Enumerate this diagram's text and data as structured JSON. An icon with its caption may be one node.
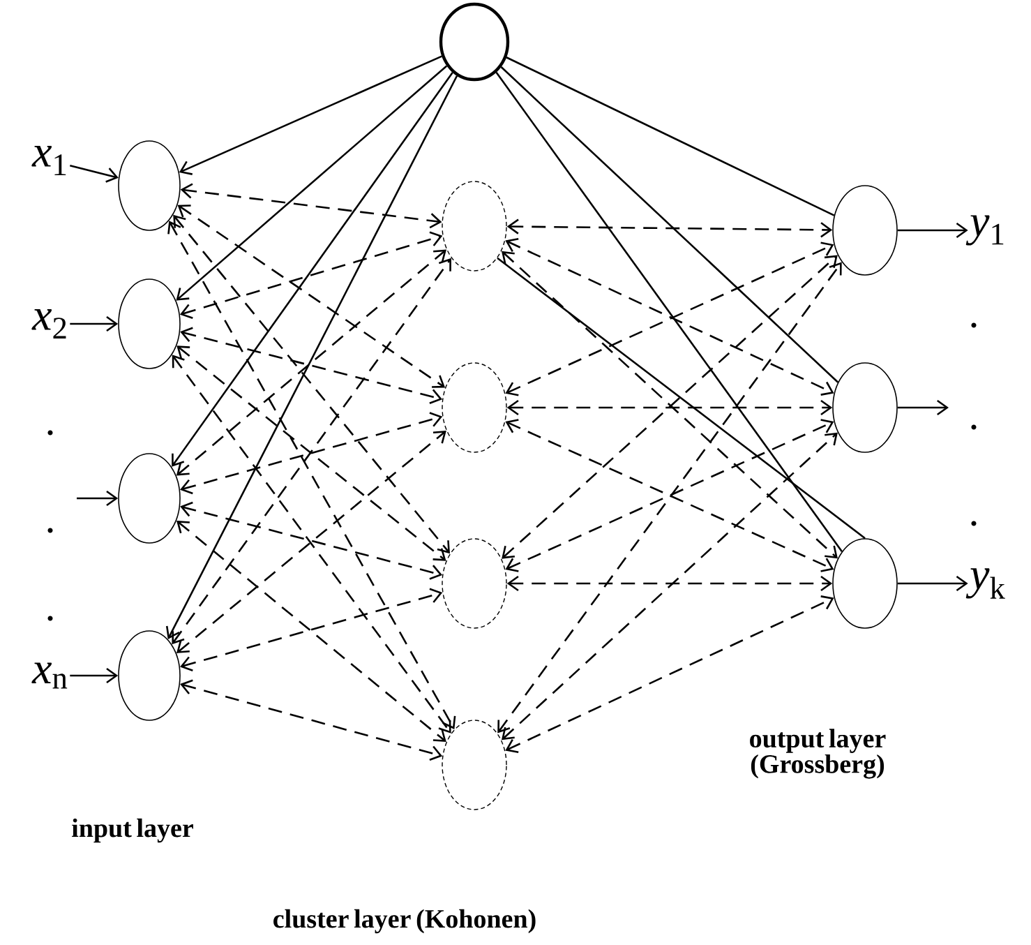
{
  "diagram": {
    "nodes": [
      {
        "text": [],
        "shape": "circle"
      },
      {
        "text": [],
        "shape": "circle"
      },
      {
        "text": [],
        "shape": "circle"
      },
      {
        "text": [],
        "shape": "circle"
      },
      {
        "text": [],
        "shape": "circle"
      },
      {
        "text": [],
        "shape": "circle"
      },
      {
        "text": [],
        "shape": "circle"
      },
      {
        "text": [],
        "shape": "circle"
      },
      {
        "text": [],
        "shape": "circle"
      },
      {
        "text": [],
        "shape": "circle"
      },
      {
        "text": [],
        "shape": "circle"
      },
      {
        "text": [],
        "shape": "circle"
      },
      {
        "text": [
          "*x*$_{1}$"
        ]
      },
      {
        "text": [
          "*x*$_{2}$"
        ]
      },
      {
        "text": [
          "*x*$_{n}$"
        ]
      },
      {
        "text": [
          "*y*$_{1}$"
        ]
      },
      {
        "text": [
          "*y*$_{k}$"
        ]
      }
    ],
    "edges": [
      {
        "from": 12,
        "to": 0,
        "arrow": "to"
      },
      {
        "from": 13,
        "to": 1,
        "arrow": "to"
      },
      {
        "from": null,
        "to": 2,
        "arrow": "to"
      },
      {
        "from": 14,
        "to": 3,
        "arrow": "to"
      },
      {
        "from": 4,
        "to": 0,
        "arrow": "to"
      },
      {
        "from": 4,
        "to": 1,
        "arrow": "to"
      },
      {
        "from": 4,
        "to": 2,
        "arrow": "to"
      },
      {
        "from": 4,
        "to": 3,
        "arrow": "to"
      },
      {
        "from": 0,
        "to": 5,
        "arrow": "both",
        "style": "dashed"
      },
      {
        "from": 0,
        "to": 6,
        "arrow": "both",
        "style": "dashed"
      },
      {
        "from": 0,
        "to": 7,
        "arrow": "both",
        "style": "dashed"
      },
      {
        "from": 0,
        "to": 8,
        "arrow": "both",
        "style": "dashed"
      },
      {
        "from": 1,
        "to": 5,
        "arrow": "both",
        "style": "dashed"
      },
      {
        "from": 1,
        "to": 6,
        "arrow": "both",
        "style": "dashed"
      },
      {
        "from": 1,
        "to": 7,
        "arrow": "both",
        "style": "dashed"
      },
      {
        "from": 1,
        "to": 8,
        "arrow": "both",
        "style": "dashed"
      },
      {
        "from": 2,
        "to": 5,
        "arrow": "both",
        "style": "dashed"
      },
      {
        "from": 2,
        "to": 6,
        "arrow": "both",
        "style": "dashed"
      },
      {
        "from": 2,
        "to": 7,
        "arrow": "both",
        "style": "dashed"
      },
      {
        "from": 2,
        "to": 8,
        "arrow": "both",
        "style": "dashed"
      },
      {
        "from": 3,
        "to": 5,
        "arrow": "both",
        "style": "dashed"
      },
      {
        "from": 3,
        "to": 6,
        "arrow": "both",
        "style": "dashed"
      },
      {
        "from": 3,
        "to": 7,
        "arrow": "both",
        "style": "dashed"
      },
      {
        "from": 3,
        "to": 8,
        "arrow": "both",
        "style": "dashed"
      },
      {
        "from": 4,
        "to": 9,
        "arrow": "none"
      },
      {
        "from": 4,
        "to": 10,
        "arrow": "none"
      },
      {
        "from": 4,
        "to": 11,
        "arrow": "none"
      },
      {
        "from": 5,
        "to": 11,
        "arrow": "none"
      },
      {
        "from": 5,
        "to": 9,
        "arrow": "both",
        "style": "dashed"
      },
      {
        "from": 5,
        "to": 10,
        "arrow": "both",
        "style": "dashed"
      },
      {
        "from": 5,
        "to": 11,
        "arrow": "both",
        "style": "dashed"
      },
      {
        "from": 6,
        "to": 9,
        "arrow": "both",
        "style": "dashed"
      },
      {
        "from": 6,
        "to": 10,
        "arrow": "both",
        "style": "dashed"
      },
      {
        "from": 6,
        "to": 11,
        "arrow": "both",
        "style": "dashed"
      },
      {
        "from": 7,
        "to": 9,
        "arrow": "both",
        "style": "dashed"
      },
      {
        "from": 7,
        "to": 10,
        "arrow": "both",
        "style": "dashed"
      },
      {
        "from": 7,
        "to": 11,
        "arrow": "both",
        "style": "dashed"
      },
      {
        "from": 8,
        "to": 9,
        "arrow": "both",
        "style": "dashed"
      },
      {
        "from": 8,
        "to": 10,
        "arrow": "both",
        "style": "dashed"
      },
      {
        "from": 8,
        "to": 11,
        "arrow": "both",
        "style": "dashed"
      },
      {
        "from": 9,
        "to": 15,
        "arrow": "to"
      },
      {
        "from": 10,
        "to": null,
        "arrow": "to"
      },
      {
        "from": 11,
        "to": 16,
        "arrow": "to"
      }
    ],
    "labels": [
      ".",
      ".",
      ".",
      ".",
      ".",
      ".",
      "output layer (Grossberg)",
      "input layer",
      "cluster layer (Kohonen)"
    ]
  }
}
